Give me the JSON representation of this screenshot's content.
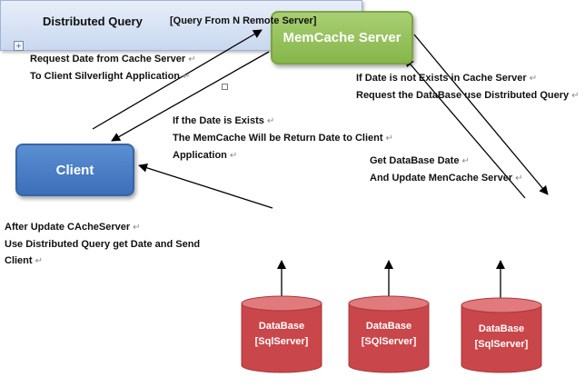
{
  "nodes": {
    "memcache": "MemCache Server",
    "client": "Client",
    "distributed_query": {
      "title": "Distributed Query",
      "subtitle": "[Query From N Remote Server]"
    }
  },
  "databases": [
    {
      "line1": "DataBase",
      "line2": "[SqlServer]"
    },
    {
      "line1": "DataBase",
      "line2": "[SQlServer]"
    },
    {
      "line1": "DataBase",
      "line2": "[SqlServer]"
    }
  ],
  "notes": {
    "request_date": {
      "line1": "Request Date from   Cache Server",
      "line2": "To Client Silverlight Application"
    },
    "if_exists": {
      "line1": "If the Date is Exists",
      "line2": "The MemCache Will be Return Date to Client",
      "line3": "Application"
    },
    "if_not_exists": {
      "line1": "If Date is not Exists in Cache Server",
      "line2": "Request the DataBase use Distributed Query"
    },
    "get_database": {
      "line1": "Get DataBase Date",
      "line2": "And Update MenCache Server"
    },
    "after_update": {
      "line1": "After Update CAcheServer",
      "line2": "Use Distributed Query get Date and Send",
      "line3": "Client"
    }
  },
  "colors": {
    "memcache_fill": "#8dbb52",
    "client_fill": "#4a7cc3",
    "query_fill": "#d7e3f4",
    "database_fill": "#c9464a"
  }
}
